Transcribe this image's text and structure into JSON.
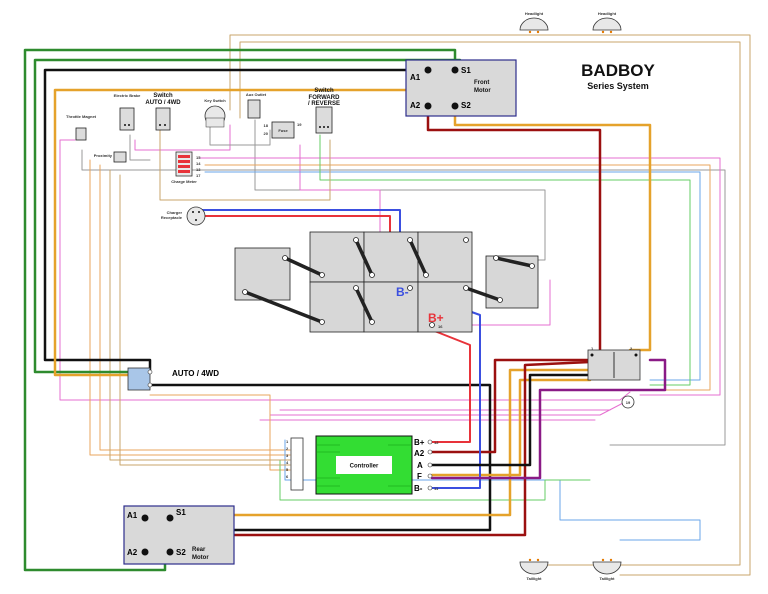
{
  "title": "BADBOY",
  "subtitle": "Series System",
  "front_motor": {
    "label_line1": "Front",
    "label_line2": "Motor",
    "terminals": [
      "A1",
      "S1",
      "A2",
      "S2"
    ]
  },
  "rear_motor": {
    "label_line1": "Rear",
    "label_line2": "Motor",
    "terminals": [
      "A1",
      "S1",
      "A2",
      "S2"
    ]
  },
  "controller": {
    "label": "Controller",
    "terminals": [
      "B+",
      "A2",
      "A",
      "F",
      "B-"
    ],
    "terminal_numbers": [
      "12",
      "",
      "",
      "",
      "11"
    ]
  },
  "auto_4wd_label": "AUTO / 4WD",
  "components": {
    "headlight_left": "Headlight",
    "headlight_right": "Headlight",
    "taillight_left": "Taillight",
    "taillight_right": "Taillight",
    "throttle": "Throttle Magnet",
    "electric_brake": "Electric Brake",
    "switch_auto_line1": "Switch",
    "switch_auto_line2": "AUTO / 4WD",
    "key_switch": "Key Switch",
    "aux_outlet": "Aux Outlet",
    "fuse": "Fuse",
    "switch_fr_line1": "Switch",
    "switch_fr_line2": "FORWARD",
    "switch_fr_line3": "/ REVERSE",
    "proximity": "Proximity",
    "charge_meter": "Charge Meter",
    "charger_receptacle_line1": "Charger",
    "charger_receptacle_line2": "Receptacle"
  },
  "battery": {
    "b_minus": "B-",
    "b_plus": "B+"
  },
  "small_numbers": {
    "n18": "18",
    "n20": "20",
    "n19a": "19",
    "n15": "15",
    "n14": "14",
    "n13": "13",
    "n17": "17",
    "n16": "16",
    "n19": "19",
    "n11": "11",
    "n12": "12",
    "n1": "1",
    "n2": "2",
    "n3": "3",
    "n4": "4",
    "n5": "5",
    "n6": "6"
  },
  "colors": {
    "red": "#e8333a",
    "dark_red": "#9b1010",
    "orange": "#e5a22b",
    "black": "#111111",
    "green": "#2e8b2e",
    "blue": "#3b4fe0",
    "purple": "#8a1a86",
    "pink": "#e66fd0",
    "controller_green": "#33dd33"
  }
}
